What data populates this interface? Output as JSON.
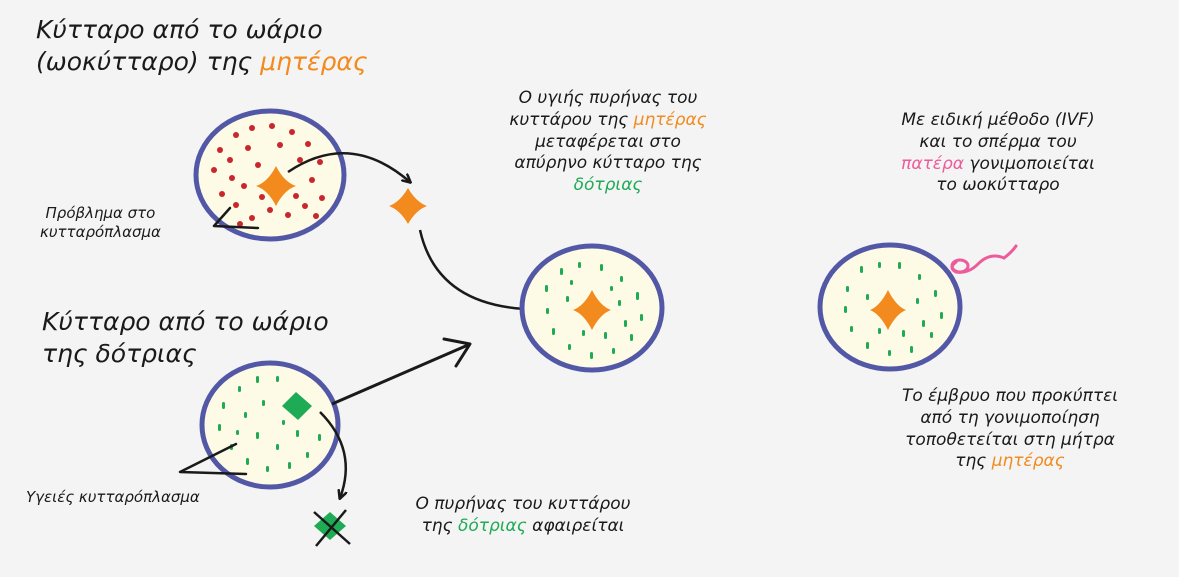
{
  "colors": {
    "cell_fill": "#fdfbe6",
    "cell_border": "#5258a6",
    "mother": "#f28a1e",
    "donor": "#1faa55",
    "cytoplasm_problem_dots": "#c9262d",
    "father": "#ee5b9a",
    "ink": "#1a1a1a"
  },
  "labels": {
    "mother_cell_title": {
      "line1": "Κύτταρο από το ωάριο",
      "line2_prefix": "(ωοκύτταρο) της ",
      "line2_highlight": "μητέρας"
    },
    "problem_cytoplasm": {
      "line1": "Πρόβλημα στο",
      "line2": "κυτταρόπλασμα"
    },
    "transfer_text": {
      "line1": "Ο υγιής πυρήνας του",
      "line2_prefix": "κυττάρου της ",
      "line2_highlight": "μητέρας",
      "line3": "μεταφέρεται στο",
      "line4": "απύρηνο κύτταρο της",
      "line5_highlight": "δότριας"
    },
    "donor_cell_title": {
      "line1": "Κύτταρο από το ωάριο",
      "line2": "της δότριας"
    },
    "healthy_cytoplasm": "Υγειές κυτταρόπλασμα",
    "removal_text": {
      "line1": "Ο πυρήνας του κυττάρου",
      "line2_prefix": "της ",
      "line2_highlight": "δότριας",
      "line2_suffix": " αφαιρείται"
    },
    "ivf_text": {
      "line1": "Με ειδική μέθοδο (IVF)",
      "line2": "και το σπέρμα του",
      "line3_highlight": "πατέρα",
      "line3_suffix": " γονιμοποιείται",
      "line4": "το ωοκύτταρο"
    },
    "embryo_text": {
      "line1": "Το έμβρυο που προκύπτει",
      "line2": "από τη γονιμοποίηση",
      "line3": "τοποθετείται στη μήτρα",
      "line4_prefix": "της ",
      "line4_highlight": "μητέρας"
    }
  }
}
